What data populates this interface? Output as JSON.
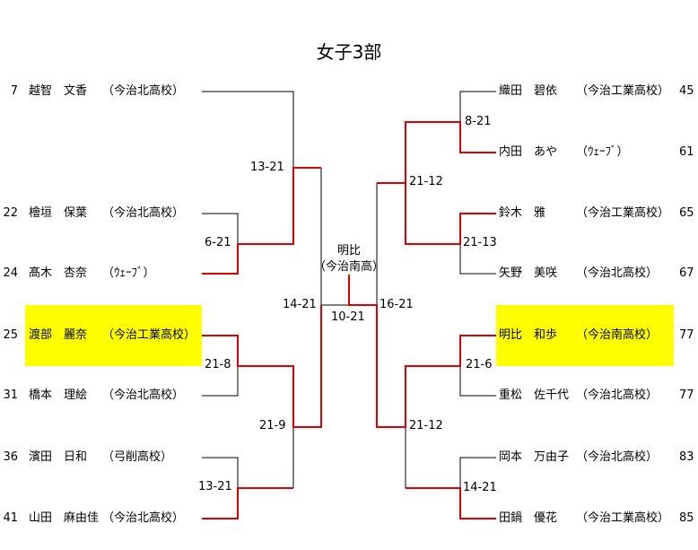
{
  "title": "女子3部",
  "left": {
    "players": [
      {
        "seed": "7",
        "name": "越智　文香",
        "school": "（今治北高校）"
      },
      {
        "seed": "22",
        "name": "檜垣　保葉",
        "school": "（今治北高校）"
      },
      {
        "seed": "24",
        "name": "髙木　杏奈",
        "school": "（ｳｪｰﾌﾞ）"
      },
      {
        "seed": "25",
        "name": "渡部　麗奈",
        "school": "（今治工業高校）"
      },
      {
        "seed": "31",
        "name": "橋本　理絵",
        "school": "（今治北高校）"
      },
      {
        "seed": "36",
        "name": "濱田　日和",
        "school": "（弓削高校）"
      },
      {
        "seed": "41",
        "name": "山田　麻由佳",
        "school": "（今治北高校）"
      }
    ],
    "scores": [
      "6-21",
      "13-21",
      "21-8",
      "13-21",
      "21-9",
      "14-21"
    ]
  },
  "right": {
    "players": [
      {
        "seed": "45",
        "name": "織田　碧依",
        "school": "（今治工業高校）"
      },
      {
        "seed": "61",
        "name": "内田　あや",
        "school": "（ｳｪｰﾌﾞ）"
      },
      {
        "seed": "65",
        "name": "鈴木　雅",
        "school": "（今治工業高校）"
      },
      {
        "seed": "67",
        "name": "矢野　美咲",
        "school": "（今治北高校）"
      },
      {
        "seed": "77",
        "name": "明比　和歩",
        "school": "（今治南高校）"
      },
      {
        "seed": "77",
        "name": "重松　佐千代",
        "school": "（今治北高校）"
      },
      {
        "seed": "83",
        "name": "岡本　万由子",
        "school": "（今治北高校）"
      },
      {
        "seed": "85",
        "name": "田鍋　優花",
        "school": "（今治工業高校）"
      }
    ],
    "scores": [
      "8-21",
      "21-12",
      "21-13",
      "21-6",
      "21-12",
      "14-21",
      "16-21"
    ]
  },
  "final": {
    "score": "10-21",
    "winner_name": "明比",
    "winner_school": "（今治南高）"
  },
  "colors": {
    "win_line": "#dd0000",
    "line": "#000000",
    "highlight": "#ffff00"
  }
}
